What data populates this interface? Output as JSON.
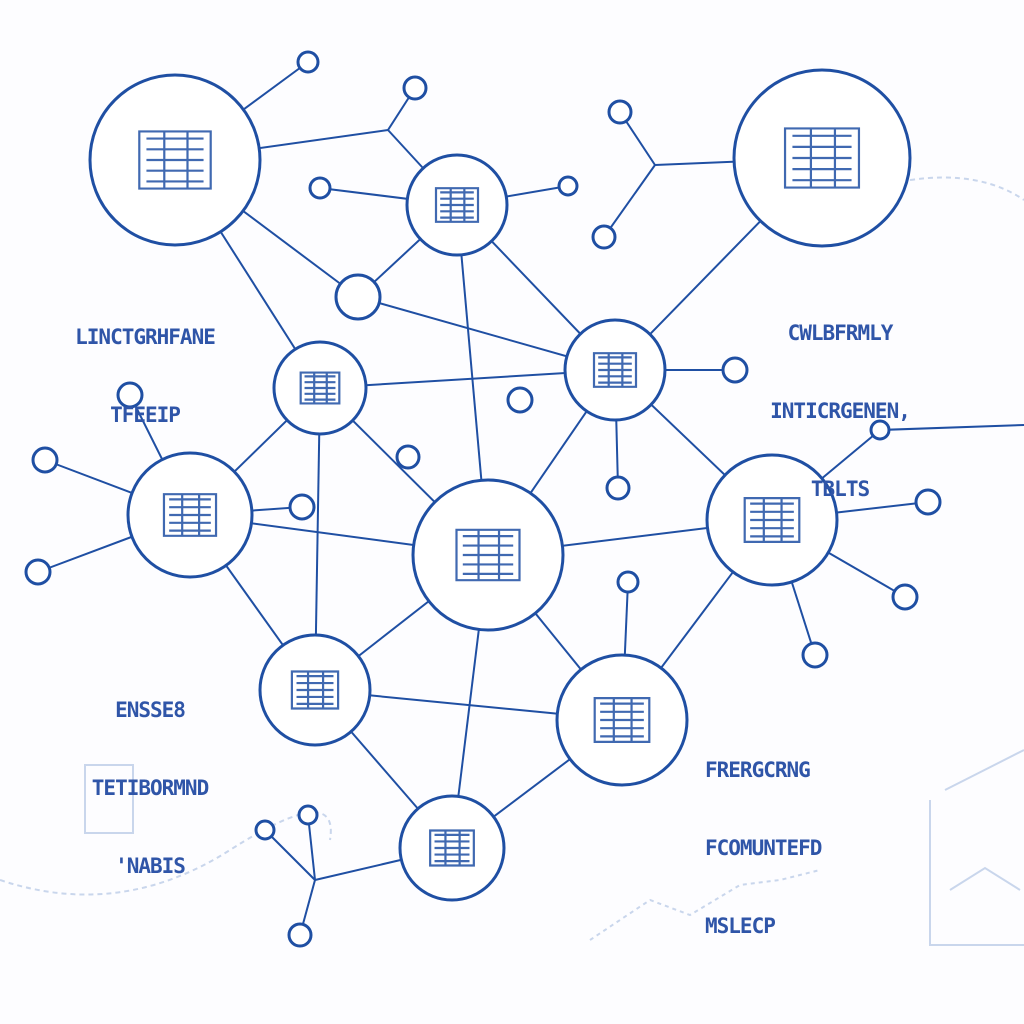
{
  "colors": {
    "ink": "#1f4fa3",
    "faint": "#c9d6ec"
  },
  "labels": [
    {
      "id": "label-top-left",
      "lines": [
        "LINCTGRHFANE",
        "TFEEIP"
      ]
    },
    {
      "id": "label-top-right",
      "lines": [
        "CWLBFRMLY",
        "INTICRGENEN,",
        "TBLTS"
      ]
    },
    {
      "id": "label-bottom-left",
      "lines": [
        "ENSSE8",
        "TETIBORMND",
        "'NABIS"
      ]
    },
    {
      "id": "label-bottom-right",
      "lines": [
        "FRERGCRNG",
        "FCOMUNTEFD",
        "MSLECP"
      ]
    }
  ]
}
